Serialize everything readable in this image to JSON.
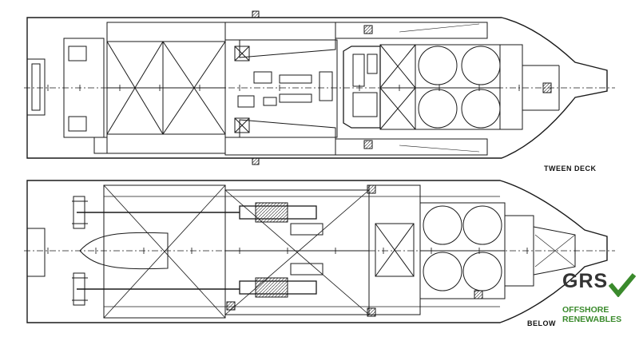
{
  "drawing": {
    "decks": [
      {
        "label": "TWEEN DECK"
      },
      {
        "label": "BELOW "
      }
    ]
  },
  "logo": {
    "mark": "GRS",
    "line1": "OFFSHORE",
    "line2": "RENEWABLES",
    "check_icon": "checkmark-icon",
    "colors": {
      "mark": "#333333",
      "accent": "#3a8a2c"
    }
  },
  "colors": {
    "ink": "#111111",
    "background": "#ffffff"
  }
}
